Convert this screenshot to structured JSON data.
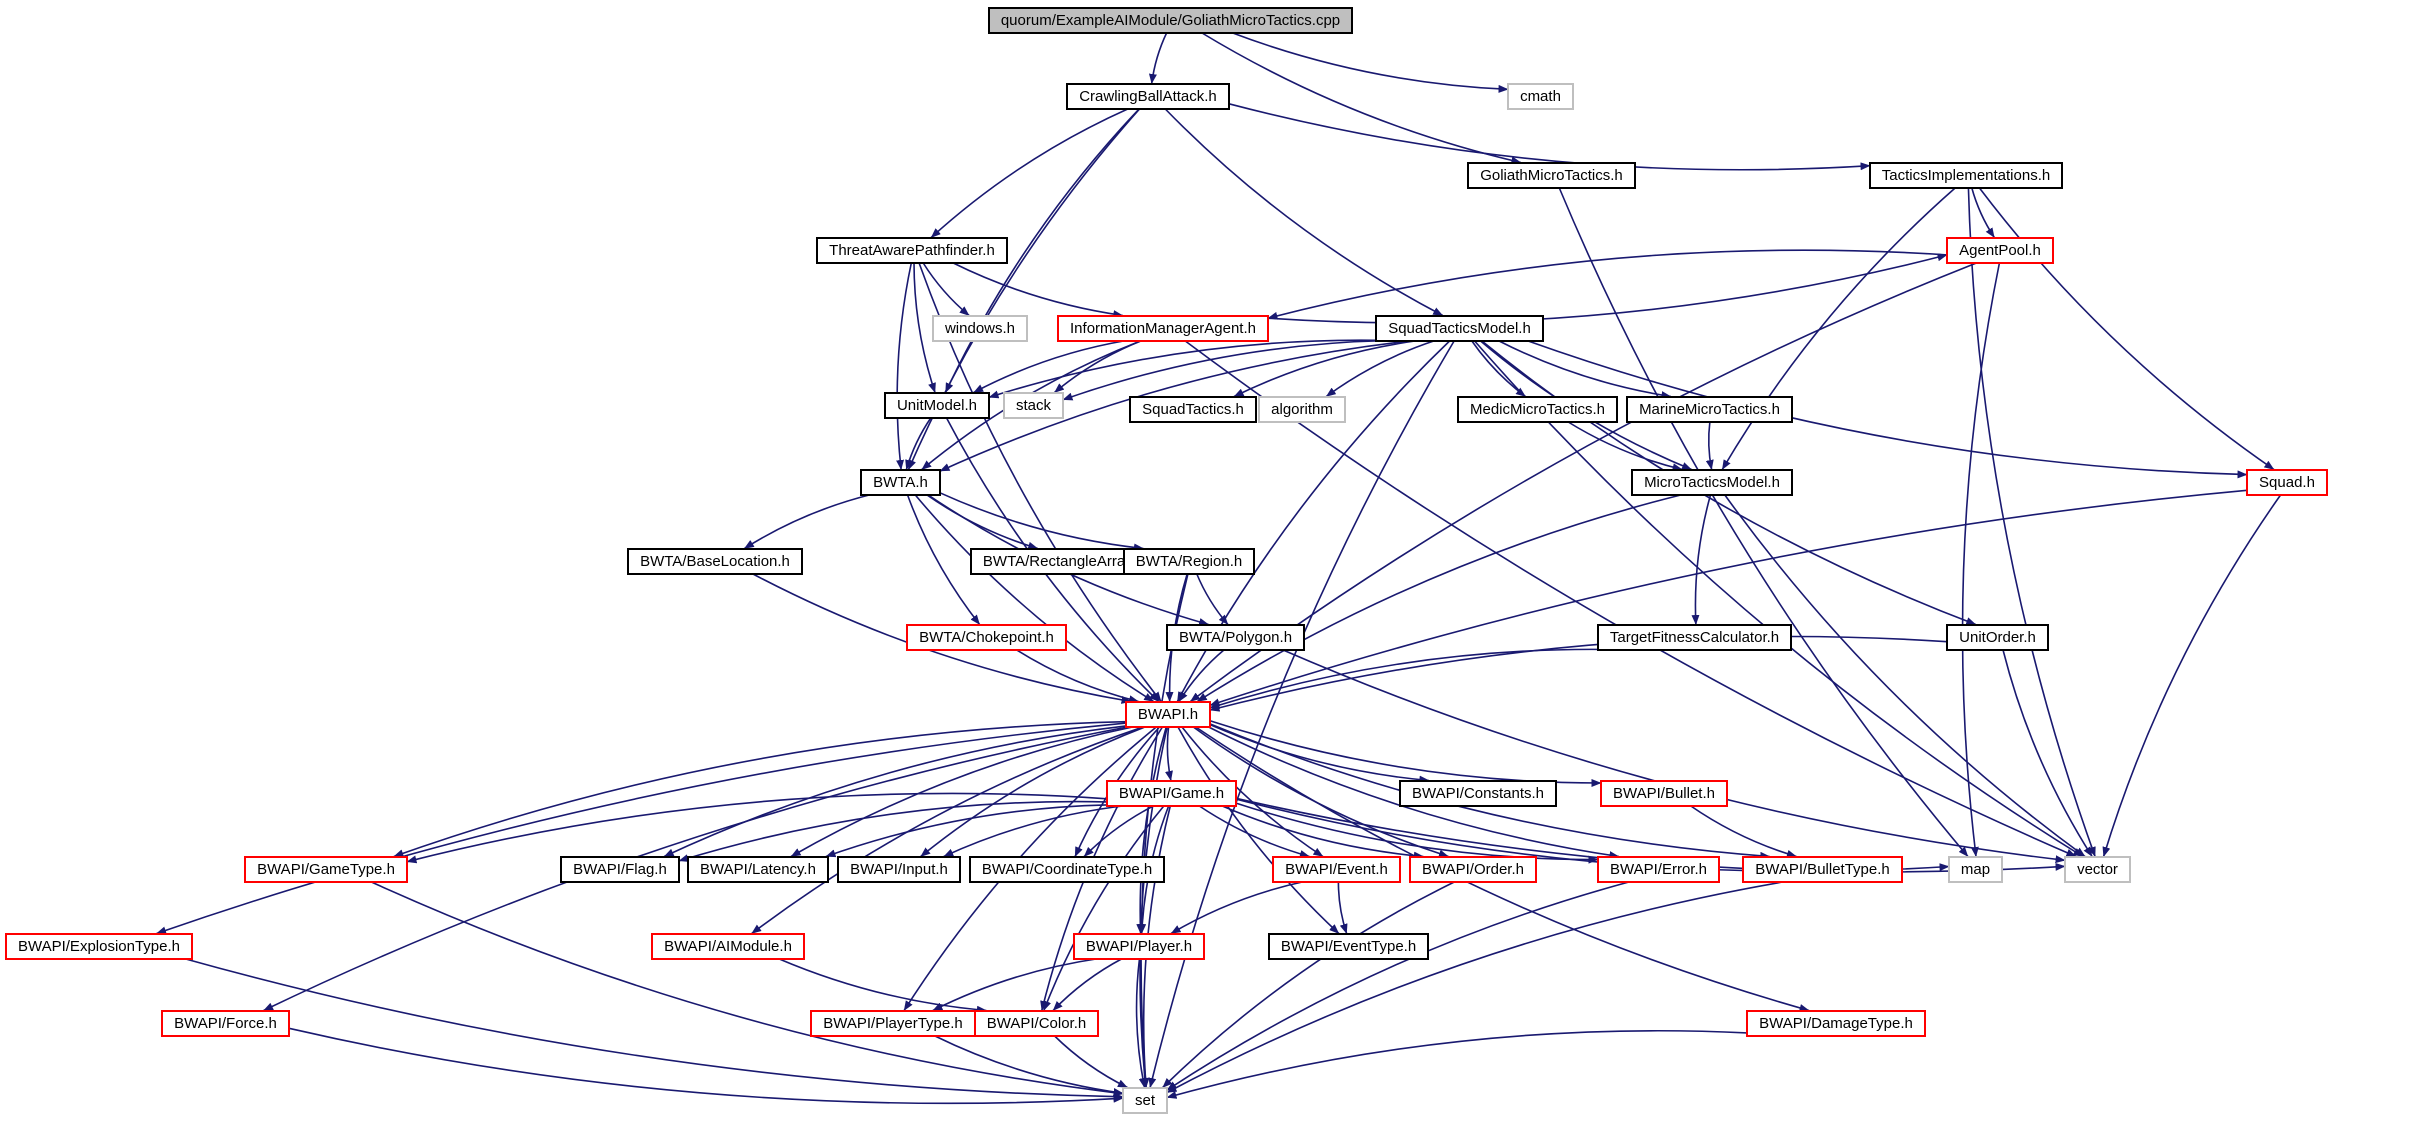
{
  "colors": {
    "edge": "#191970",
    "border_default": "#000000",
    "border_incomplete": "#ff0000",
    "border_system": "#bfbfbf",
    "root_fill": "#bfbfbf",
    "fill": "#ffffff"
  },
  "nodes": [
    {
      "id": "root",
      "label": "quorum/ExampleAIModule/GoliathMicroTactics.cpp",
      "kind": "root"
    },
    {
      "id": "crawl",
      "label": "CrawlingBallAttack.h",
      "kind": "default"
    },
    {
      "id": "cmath",
      "label": "cmath",
      "kind": "system"
    },
    {
      "id": "goliath",
      "label": "GoliathMicroTactics.h",
      "kind": "default"
    },
    {
      "id": "tactimpl",
      "label": "TacticsImplementations.h",
      "kind": "default"
    },
    {
      "id": "threat",
      "label": "ThreatAwarePathfinder.h",
      "kind": "default"
    },
    {
      "id": "agentpool",
      "label": "AgentPool.h",
      "kind": "incomplete"
    },
    {
      "id": "windows",
      "label": "windows.h",
      "kind": "system"
    },
    {
      "id": "infomgr",
      "label": "InformationManagerAgent.h",
      "kind": "incomplete"
    },
    {
      "id": "squadtm",
      "label": "SquadTacticsModel.h",
      "kind": "default"
    },
    {
      "id": "unitmodel",
      "label": "UnitModel.h",
      "kind": "default"
    },
    {
      "id": "stack",
      "label": "stack",
      "kind": "system"
    },
    {
      "id": "squadtactics",
      "label": "SquadTactics.h",
      "kind": "default"
    },
    {
      "id": "algorithm",
      "label": "algorithm",
      "kind": "system"
    },
    {
      "id": "medic",
      "label": "MedicMicroTactics.h",
      "kind": "default"
    },
    {
      "id": "marine",
      "label": "MarineMicroTactics.h",
      "kind": "default"
    },
    {
      "id": "bwta",
      "label": "BWTA.h",
      "kind": "default"
    },
    {
      "id": "microtm",
      "label": "MicroTacticsModel.h",
      "kind": "default"
    },
    {
      "id": "squad",
      "label": "Squad.h",
      "kind": "incomplete"
    },
    {
      "id": "baseloc",
      "label": "BWTA/BaseLocation.h",
      "kind": "default"
    },
    {
      "id": "rectarr",
      "label": "BWTA/RectangleArray.h",
      "kind": "default"
    },
    {
      "id": "region",
      "label": "BWTA/Region.h",
      "kind": "default"
    },
    {
      "id": "choke",
      "label": "BWTA/Chokepoint.h",
      "kind": "incomplete"
    },
    {
      "id": "polygon",
      "label": "BWTA/Polygon.h",
      "kind": "default"
    },
    {
      "id": "targetfit",
      "label": "TargetFitnessCalculator.h",
      "kind": "default"
    },
    {
      "id": "unitorder",
      "label": "UnitOrder.h",
      "kind": "default"
    },
    {
      "id": "bwapi",
      "label": "BWAPI.h",
      "kind": "incomplete"
    },
    {
      "id": "game",
      "label": "BWAPI/Game.h",
      "kind": "incomplete"
    },
    {
      "id": "constants",
      "label": "BWAPI/Constants.h",
      "kind": "default"
    },
    {
      "id": "bullet",
      "label": "BWAPI/Bullet.h",
      "kind": "incomplete"
    },
    {
      "id": "gametype",
      "label": "BWAPI/GameType.h",
      "kind": "incomplete"
    },
    {
      "id": "flag",
      "label": "BWAPI/Flag.h",
      "kind": "default"
    },
    {
      "id": "latency",
      "label": "BWAPI/Latency.h",
      "kind": "default"
    },
    {
      "id": "input",
      "label": "BWAPI/Input.h",
      "kind": "default"
    },
    {
      "id": "coordtype",
      "label": "BWAPI/CoordinateType.h",
      "kind": "default"
    },
    {
      "id": "event",
      "label": "BWAPI/Event.h",
      "kind": "incomplete"
    },
    {
      "id": "order",
      "label": "BWAPI/Order.h",
      "kind": "incomplete"
    },
    {
      "id": "error",
      "label": "BWAPI/Error.h",
      "kind": "incomplete"
    },
    {
      "id": "bullettype",
      "label": "BWAPI/BulletType.h",
      "kind": "incomplete"
    },
    {
      "id": "map",
      "label": "map",
      "kind": "system"
    },
    {
      "id": "vector",
      "label": "vector",
      "kind": "system"
    },
    {
      "id": "explosion",
      "label": "BWAPI/ExplosionType.h",
      "kind": "incomplete"
    },
    {
      "id": "aimodule",
      "label": "BWAPI/AIModule.h",
      "kind": "incomplete"
    },
    {
      "id": "player",
      "label": "BWAPI/Player.h",
      "kind": "incomplete"
    },
    {
      "id": "eventtype",
      "label": "BWAPI/EventType.h",
      "kind": "default"
    },
    {
      "id": "force",
      "label": "BWAPI/Force.h",
      "kind": "incomplete"
    },
    {
      "id": "playertype",
      "label": "BWAPI/PlayerType.h",
      "kind": "incomplete"
    },
    {
      "id": "color",
      "label": "BWAPI/Color.h",
      "kind": "incomplete"
    },
    {
      "id": "damagetype",
      "label": "BWAPI/DamageType.h",
      "kind": "incomplete"
    },
    {
      "id": "set",
      "label": "set",
      "kind": "system"
    }
  ],
  "edges": [
    [
      "root",
      "crawl"
    ],
    [
      "root",
      "cmath"
    ],
    [
      "root",
      "goliath"
    ],
    [
      "crawl",
      "tactimpl"
    ],
    [
      "crawl",
      "threat"
    ],
    [
      "crawl",
      "squadtm"
    ],
    [
      "crawl",
      "unitmodel"
    ],
    [
      "crawl",
      "bwta"
    ],
    [
      "goliath",
      "map"
    ],
    [
      "tactimpl",
      "agentpool"
    ],
    [
      "tactimpl",
      "microtm"
    ],
    [
      "tactimpl",
      "squad"
    ],
    [
      "tactimpl",
      "vector"
    ],
    [
      "threat",
      "infomgr"
    ],
    [
      "threat",
      "windows"
    ],
    [
      "threat",
      "unitmodel"
    ],
    [
      "threat",
      "bwta"
    ],
    [
      "threat",
      "bwapi"
    ],
    [
      "agentpool",
      "infomgr"
    ],
    [
      "agentpool",
      "bwapi"
    ],
    [
      "agentpool",
      "map"
    ],
    [
      "infomgr",
      "agentpool"
    ],
    [
      "infomgr",
      "unitmodel"
    ],
    [
      "infomgr",
      "stack"
    ],
    [
      "infomgr",
      "bwta"
    ],
    [
      "infomgr",
      "vector"
    ],
    [
      "squadtm",
      "unitmodel"
    ],
    [
      "squadtm",
      "stack"
    ],
    [
      "squadtm",
      "squadtactics"
    ],
    [
      "squadtm",
      "algorithm"
    ],
    [
      "squadtm",
      "medic"
    ],
    [
      "squadtm",
      "marine"
    ],
    [
      "squadtm",
      "microtm"
    ],
    [
      "squadtm",
      "squad"
    ],
    [
      "squadtm",
      "unitorder"
    ],
    [
      "squadtm",
      "bwta"
    ],
    [
      "squadtm",
      "bwapi"
    ],
    [
      "squadtm",
      "vector"
    ],
    [
      "squadtm",
      "set"
    ],
    [
      "unitmodel",
      "bwta"
    ],
    [
      "unitmodel",
      "bwapi"
    ],
    [
      "medic",
      "microtm"
    ],
    [
      "marine",
      "microtm"
    ],
    [
      "microtm",
      "targetfit"
    ],
    [
      "microtm",
      "bwapi"
    ],
    [
      "microtm",
      "vector"
    ],
    [
      "squad",
      "bwapi"
    ],
    [
      "squad",
      "vector"
    ],
    [
      "bwta",
      "baseloc"
    ],
    [
      "bwta",
      "rectarr"
    ],
    [
      "bwta",
      "region"
    ],
    [
      "bwta",
      "choke"
    ],
    [
      "bwta",
      "polygon"
    ],
    [
      "bwta",
      "bwapi"
    ],
    [
      "baseloc",
      "bwapi"
    ],
    [
      "region",
      "polygon"
    ],
    [
      "region",
      "bwapi"
    ],
    [
      "region",
      "set"
    ],
    [
      "choke",
      "bwapi"
    ],
    [
      "polygon",
      "bwapi"
    ],
    [
      "polygon",
      "vector"
    ],
    [
      "targetfit",
      "bwapi"
    ],
    [
      "unitorder",
      "bwapi"
    ],
    [
      "unitorder",
      "vector"
    ],
    [
      "bwapi",
      "game"
    ],
    [
      "bwapi",
      "constants"
    ],
    [
      "bwapi",
      "bullet"
    ],
    [
      "bwapi",
      "gametype"
    ],
    [
      "bwapi",
      "flag"
    ],
    [
      "bwapi",
      "latency"
    ],
    [
      "bwapi",
      "input"
    ],
    [
      "bwapi",
      "coordtype"
    ],
    [
      "bwapi",
      "event"
    ],
    [
      "bwapi",
      "order"
    ],
    [
      "bwapi",
      "error"
    ],
    [
      "bwapi",
      "bullettype"
    ],
    [
      "bwapi",
      "explosion"
    ],
    [
      "bwapi",
      "aimodule"
    ],
    [
      "bwapi",
      "player"
    ],
    [
      "bwapi",
      "eventtype"
    ],
    [
      "bwapi",
      "force"
    ],
    [
      "bwapi",
      "playertype"
    ],
    [
      "bwapi",
      "color"
    ],
    [
      "bwapi",
      "damagetype"
    ],
    [
      "bwapi",
      "set"
    ],
    [
      "game",
      "gametype"
    ],
    [
      "game",
      "flag"
    ],
    [
      "game",
      "latency"
    ],
    [
      "game",
      "input"
    ],
    [
      "game",
      "coordtype"
    ],
    [
      "game",
      "event"
    ],
    [
      "game",
      "order"
    ],
    [
      "game",
      "error"
    ],
    [
      "game",
      "map"
    ],
    [
      "game",
      "vector"
    ],
    [
      "game",
      "player"
    ],
    [
      "game",
      "color"
    ],
    [
      "game",
      "set"
    ],
    [
      "bullet",
      "bullettype"
    ],
    [
      "gametype",
      "set"
    ],
    [
      "event",
      "player"
    ],
    [
      "event",
      "eventtype"
    ],
    [
      "order",
      "set"
    ],
    [
      "error",
      "set"
    ],
    [
      "bullettype",
      "set"
    ],
    [
      "explosion",
      "set"
    ],
    [
      "aimodule",
      "color"
    ],
    [
      "player",
      "playertype"
    ],
    [
      "player",
      "color"
    ],
    [
      "player",
      "set"
    ],
    [
      "force",
      "set"
    ],
    [
      "playertype",
      "set"
    ],
    [
      "color",
      "set"
    ],
    [
      "damagetype",
      "set"
    ]
  ]
}
